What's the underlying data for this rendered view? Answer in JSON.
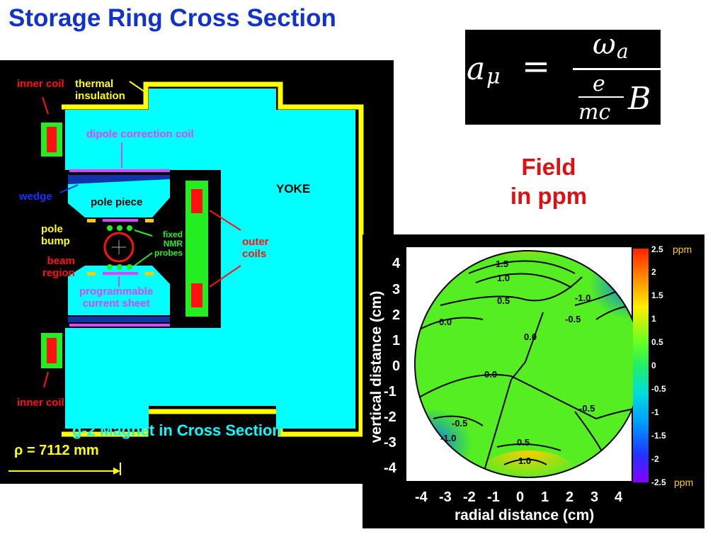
{
  "title": "Storage Ring Cross Section",
  "formula": {
    "lhs": "a",
    "lhs_sub": "μ",
    "equals": "=",
    "num": "ω",
    "num_sub": "a",
    "den_e": "e",
    "den_mc": "mc",
    "den_B": "B"
  },
  "field_label": {
    "line1": "Field",
    "line2": "in ppm"
  },
  "magnet": {
    "inner_coil_top": "inner coil",
    "thermal_insulation": "thermal\ninsulation",
    "dipole_correction_coil": "dipole correction coil",
    "wedge": "wedge",
    "pole_piece": "pole piece",
    "yoke": "YOKE",
    "pole_bump": "pole\nbump",
    "fixed_nmr_probes": "fixed\nNMR\nprobes",
    "outer_coils": "outer\ncoils",
    "beam_region": "beam\nregion",
    "programmable_current_sheet": "programmable\ncurrent sheet",
    "inner_coil_bottom": "inner coil",
    "caption": "g-2 Magnet in Cross Section",
    "rho_symbol": "ρ",
    "rho_value": "= 7112 mm"
  },
  "plot": {
    "xlabel": "radial distance (cm)",
    "ylabel": "vertical distance (cm)",
    "xticks": [
      "-4",
      "-3",
      "-2",
      "-1",
      "0",
      "1",
      "2",
      "3",
      "4"
    ],
    "yticks": [
      "4",
      "3",
      "2",
      "1",
      "0",
      "-1",
      "-2",
      "-3",
      "-4"
    ],
    "colorbar_ticks": [
      "2.5",
      "2",
      "1.5",
      "1",
      "0.5",
      "0",
      "-0.5",
      "-1",
      "-1.5",
      "-2",
      "-2.5"
    ],
    "colorbar_unit_top": "ppm",
    "colorbar_unit_bottom": "ppm",
    "contour_labels": [
      "1.5",
      "1.0",
      "0.5",
      "-1.0",
      "-0.5",
      "0.0",
      "0.0",
      "0.0",
      "-0.5",
      "-0.5",
      "-1.0",
      "0.5",
      "1.0"
    ]
  },
  "colors": {
    "title": "#1133cc",
    "field_label": "#dd1111",
    "yoke": "#00ffff",
    "coil": "#ff1111",
    "coil_outer": "#22ee22",
    "insulation": "#ffff00",
    "magenta": "#dd44ff"
  }
}
